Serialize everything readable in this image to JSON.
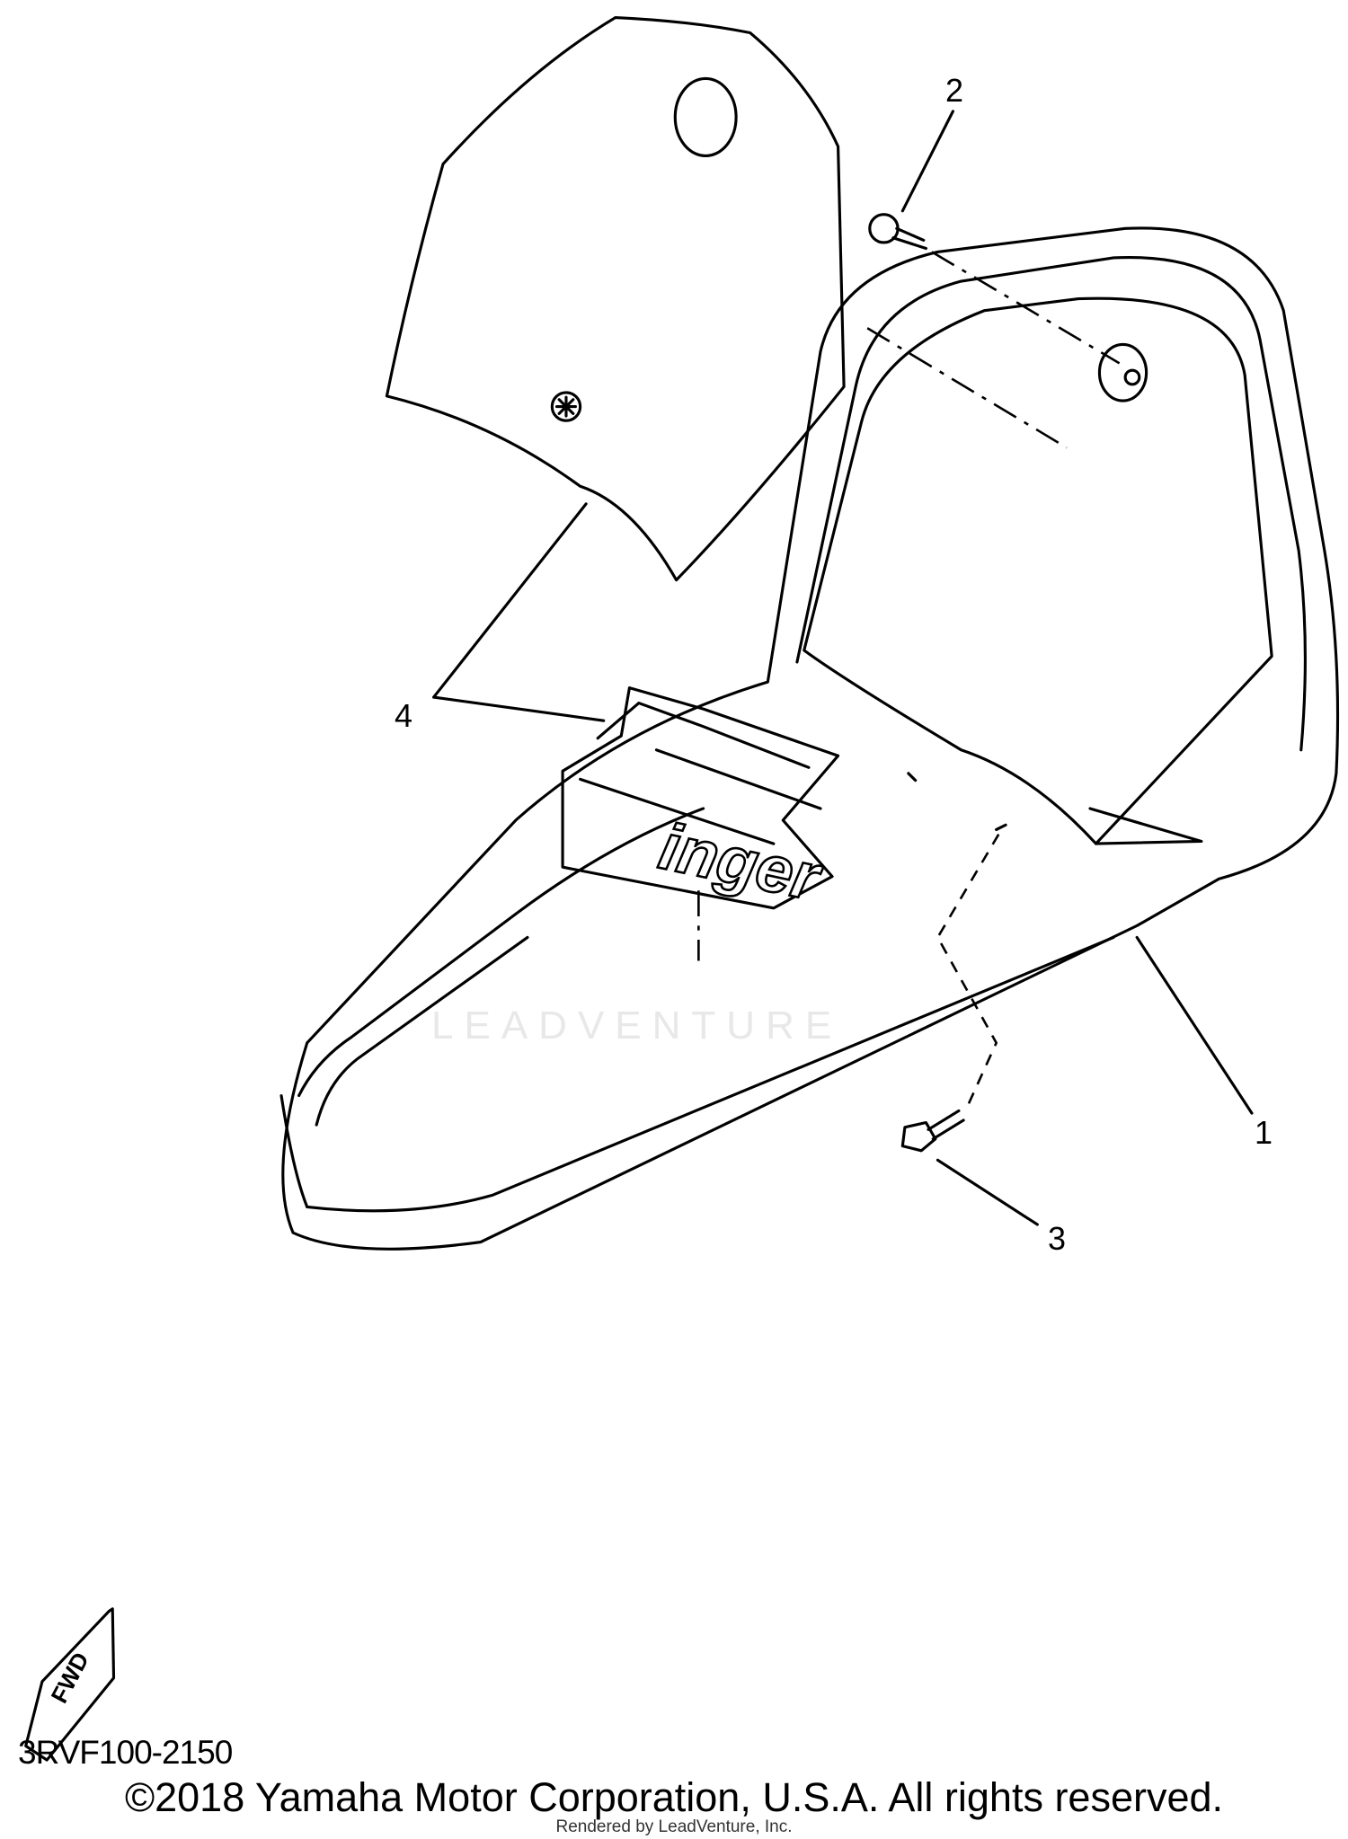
{
  "callouts": {
    "c1": "1",
    "c2": "2",
    "c3": "3",
    "c4": "4"
  },
  "decal_text": "inger",
  "fwd_label": "FWD",
  "watermark": "LEADVENTURE",
  "part_number": "3RVF100-2150",
  "copyright": "©2018 Yamaha Motor Corporation, U.S.A. All rights reserved.",
  "rendered_by": "Rendered by LeadVenture, Inc."
}
